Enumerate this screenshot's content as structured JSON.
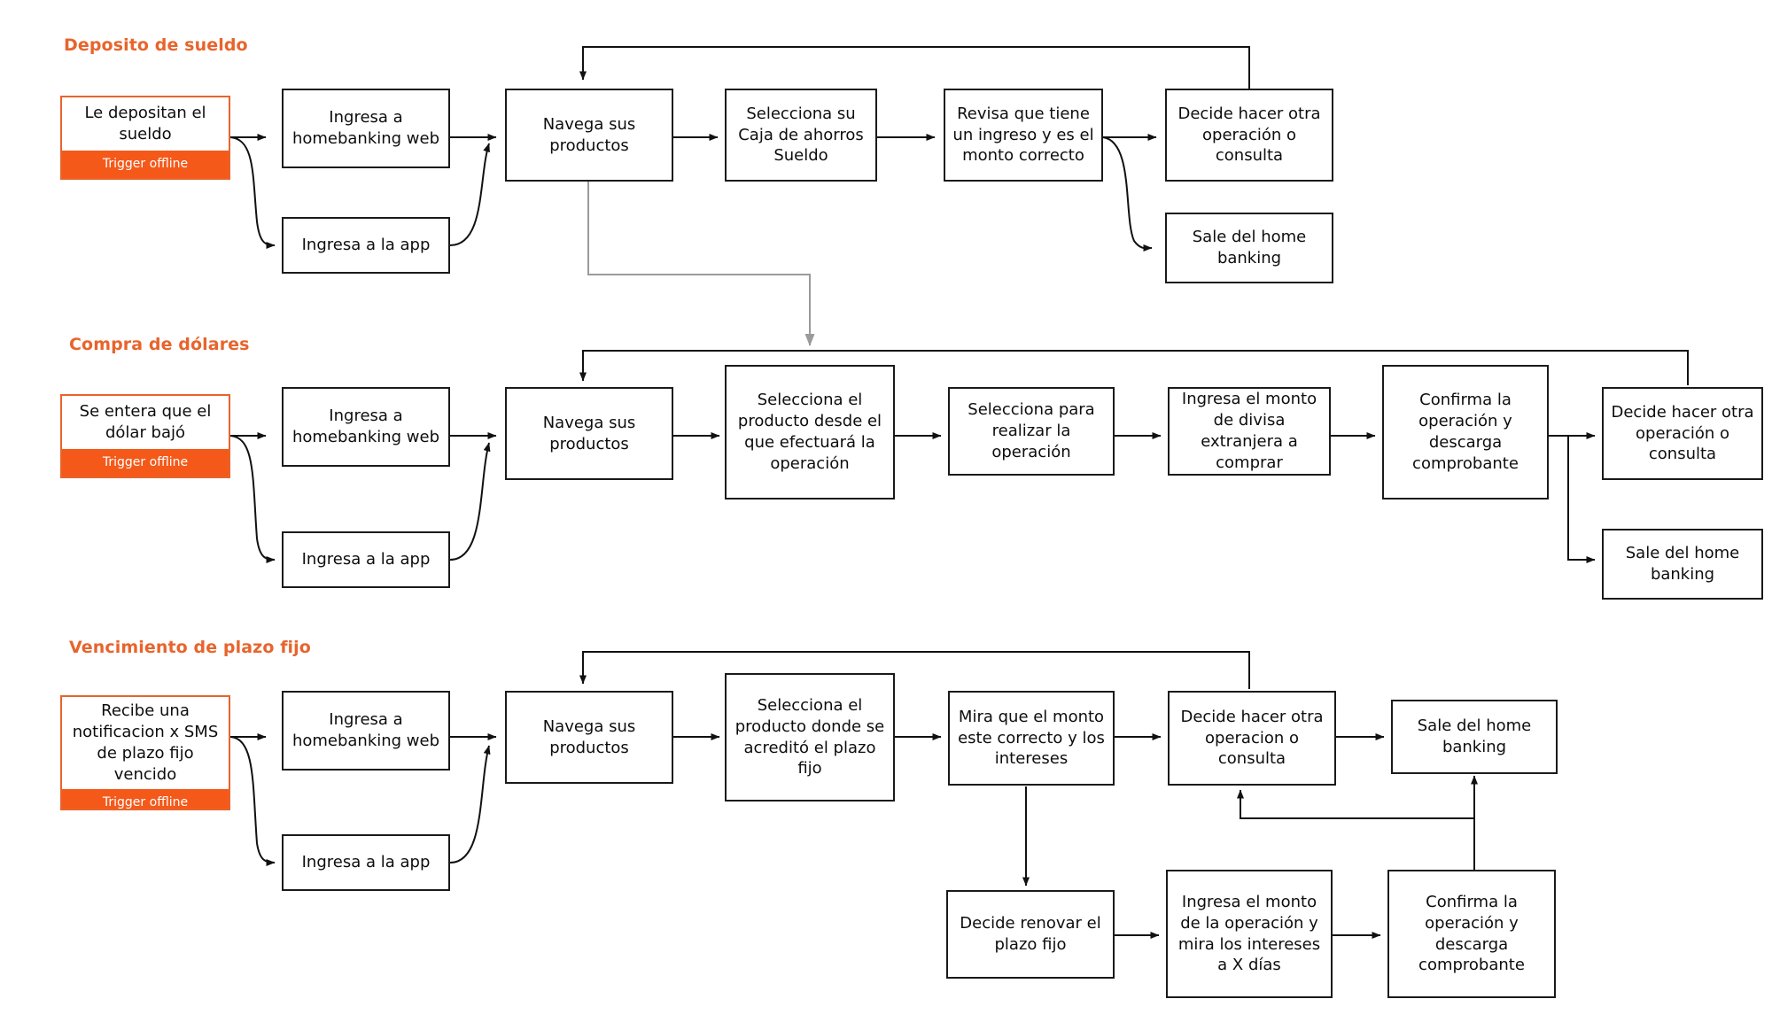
{
  "diagram": {
    "title_color": "#E8642C",
    "trigger_fill": "#F4591A",
    "node_stroke": "#1a1a1a",
    "cross_lane_stroke": "#999999"
  },
  "lanes": [
    {
      "title": "Deposito de sueldo",
      "trigger": {
        "label": "Le depositan el sueldo",
        "tag": "Trigger offline"
      },
      "nodes": [
        {
          "label": "Ingresa a homebanking web"
        },
        {
          "label": "Ingresa a la app"
        },
        {
          "label": "Navega sus productos"
        },
        {
          "label": "Selecciona su Caja de ahorros Sueldo"
        },
        {
          "label": "Revisa que tiene un ingreso y es el monto correcto"
        },
        {
          "label": "Decide hacer otra operación o consulta"
        },
        {
          "label": "Sale del home banking"
        }
      ]
    },
    {
      "title": "Compra de dólares",
      "trigger": {
        "label": "Se entera que el dólar bajó",
        "tag": "Trigger offline"
      },
      "nodes": [
        {
          "label": "Ingresa a homebanking web"
        },
        {
          "label": "Ingresa a la app"
        },
        {
          "label": "Navega sus productos"
        },
        {
          "label": "Selecciona el producto desde el que efectuará la operación"
        },
        {
          "label": "Selecciona para realizar la operación"
        },
        {
          "label": "Ingresa el monto de divisa extranjera a comprar"
        },
        {
          "label": "Confirma la operación y descarga comprobante"
        },
        {
          "label": "Decide hacer otra operación o consulta"
        },
        {
          "label": "Sale del home banking"
        }
      ]
    },
    {
      "title": "Vencimiento de plazo fijo",
      "trigger": {
        "label": "Recibe una notificacion x SMS de plazo fijo vencido",
        "tag": "Trigger offline"
      },
      "nodes": [
        {
          "label": "Ingresa a homebanking web"
        },
        {
          "label": "Ingresa a la app"
        },
        {
          "label": "Navega sus productos"
        },
        {
          "label": "Selecciona el producto donde se acreditó el plazo fijo"
        },
        {
          "label": "Mira que el monto este correcto y los intereses"
        },
        {
          "label": "Decide hacer otra operacion o consulta"
        },
        {
          "label": "Sale del home banking"
        },
        {
          "label": "Decide renovar el plazo fijo"
        },
        {
          "label": "Ingresa el monto de la operación y mira los intereses a X días"
        },
        {
          "label": "Confirma la operación y descarga comprobante"
        }
      ]
    }
  ]
}
